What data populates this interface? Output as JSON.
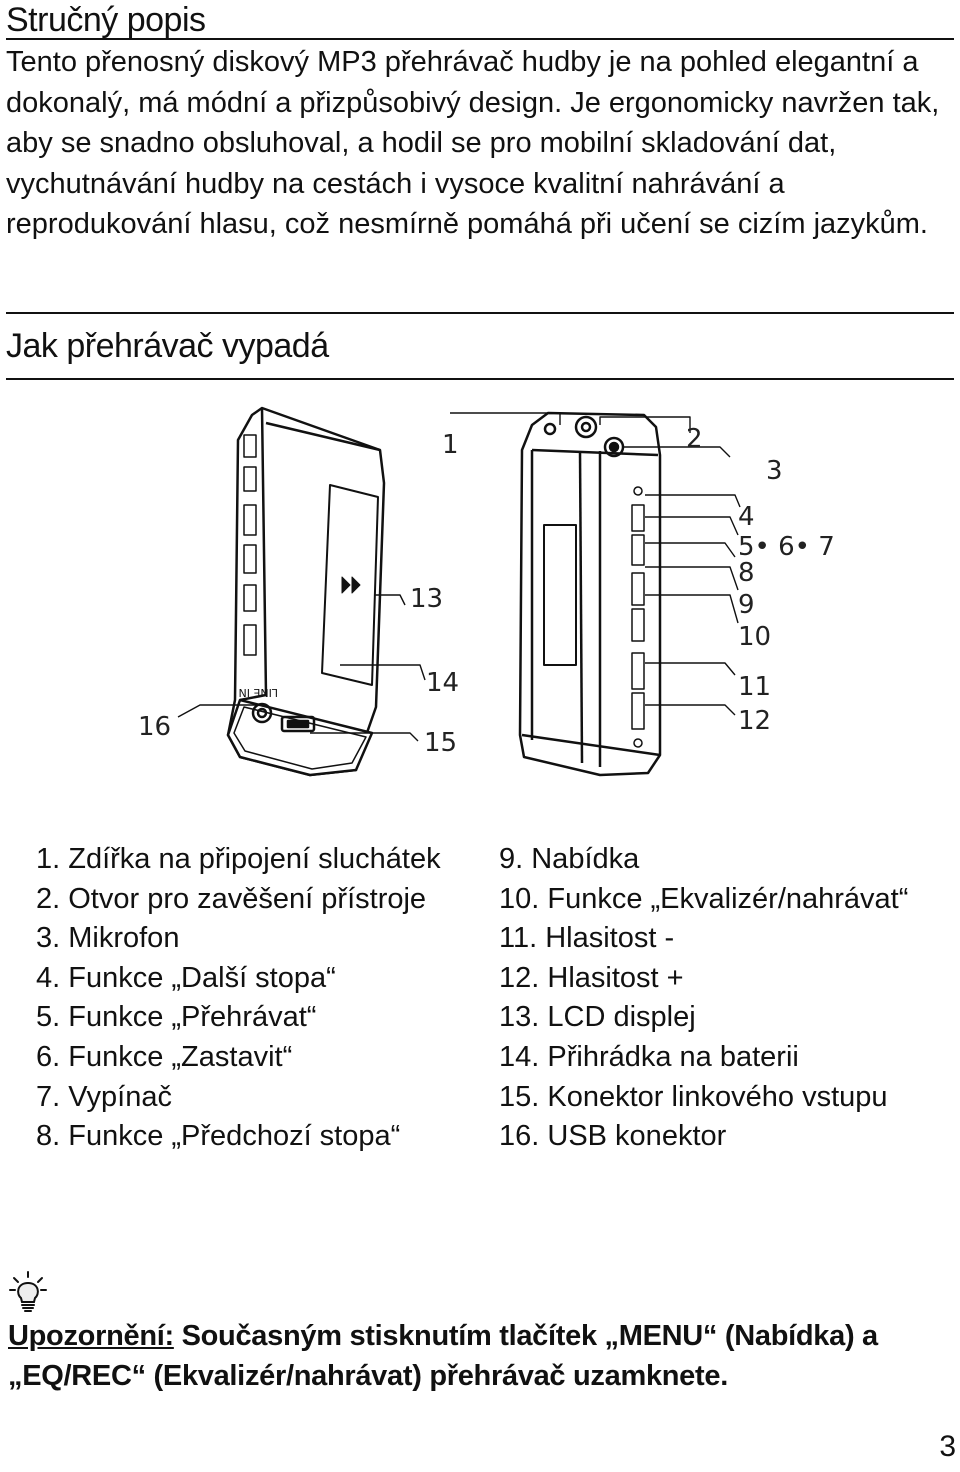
{
  "sections": {
    "summary_title": "Stručný popis",
    "summary_text": "Tento přenosný diskový MP3 přehrávač hudby je na pohled elegantní a dokonalý, má módní a přizpůsobivý design. Je ergonomicky navržen tak, aby se snadno obsluhoval, a hodil se pro mobilní skladování dat, vychutnávání hudby na cestách i vysoce kvalitní nahrávání a reprodukování hlasu, což nesmírně pomáhá při učení se cizím jazykům.",
    "appearance_title": "Jak přehrávač vypadá"
  },
  "diagram_labels": [
    "1",
    "2",
    "3",
    "4",
    "5• 6• 7",
    "8",
    "9",
    "10",
    "11",
    "12",
    "13",
    "14",
    "15",
    "16"
  ],
  "legend_left": [
    "1. Zdířka na připojení sluchátek",
    "2. Otvor pro zavěšení přístroje",
    "3. Mikrofon",
    "4. Funkce „Další stopa“",
    "5. Funkce „Přehrávat“",
    "6. Funkce „Zastavit“",
    "7. Vypínač",
    "8. Funkce „Předchozí stopa“"
  ],
  "legend_right": [
    "9. Nabídka",
    "10. Funkce „Ekvalizér/nahrávat“",
    "11. Hlasitost -",
    "12. Hlasitost +",
    "13. LCD displej",
    "14. Přihrádka na baterii",
    "15. Konektor linkového vstupu",
    "16. USB konektor"
  ],
  "warning": {
    "icon": "lightbulb-icon",
    "label": "Upozornění:",
    "text": " Současným stisknutím tlačítek „MENU“ (Nabídka) a „EQ/REC“ (Ekvalizér/nahrávat) přehrávač uzamknete."
  },
  "page_number": "3"
}
